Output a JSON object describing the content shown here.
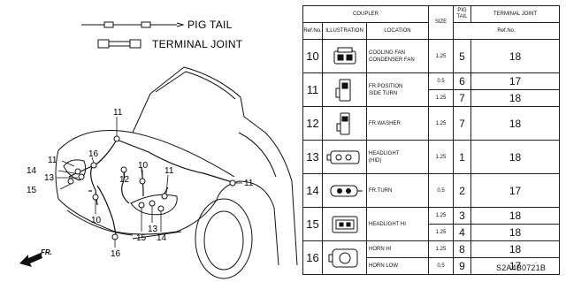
{
  "legend": {
    "pig_tail": "PIG TAIL",
    "terminal_joint": "TERMINAL JOINT"
  },
  "callouts": {
    "roof": "11",
    "left_top": "11",
    "left_mid": "16",
    "left_14": "14",
    "left_13": "13",
    "left_15": "15",
    "center_12": "12",
    "center_10": "10",
    "center_11": "11",
    "right_11": "11",
    "bottom_10": "10",
    "bottom_15": "15",
    "bottom_13": "13",
    "bottom_14": "14",
    "bottom_16": "16"
  },
  "direction": "FR.",
  "diagram_code": "S2A4B0721B",
  "table": {
    "header": {
      "coupler": "COUPLER",
      "ref_no": "Ref.No.",
      "illustration": "ILLUSTRATION",
      "location": "LOCATION",
      "size": "SIZE",
      "pig_tail": "PIG TAIL",
      "terminal_joint": "TERMINAL JOINT",
      "ref_no_right": "Ref.No."
    },
    "rows": [
      {
        "ref": "10",
        "location": [
          "COOLING FAN",
          "CONDENSER FAN"
        ],
        "size": "1.25",
        "pt": "5",
        "tj": "18"
      },
      {
        "ref": "11",
        "location": [
          "FR.POSITION",
          "SIDE TURN"
        ],
        "size": "0.5",
        "pt": "6",
        "tj": "17",
        "size2": "1.25",
        "pt2": "7",
        "tj2": "18"
      },
      {
        "ref": "12",
        "location": [
          "FR.WASHER"
        ],
        "size": "1.25",
        "pt": "7",
        "tj": "18"
      },
      {
        "ref": "13",
        "location": [
          "HEADLIGHT",
          "(HID)"
        ],
        "size": "1.25",
        "pt": "1",
        "tj": "18"
      },
      {
        "ref": "14",
        "location": [
          "FR.TURN"
        ],
        "size": "0.5",
        "pt": "2",
        "tj": "17"
      },
      {
        "ref": "15",
        "location": [
          "HEADLIGHT HI"
        ],
        "size": "1.25",
        "pt": "3",
        "tj": "18",
        "size2": "1.25",
        "pt2": "4",
        "tj2": "18"
      },
      {
        "ref": "16",
        "location": [
          "HORN HI"
        ],
        "location2": [
          "HORN LOW"
        ],
        "size": "1.25",
        "pt": "8",
        "tj": "18",
        "size2": "0.5",
        "pt2": "9",
        "tj2": "17"
      }
    ]
  }
}
